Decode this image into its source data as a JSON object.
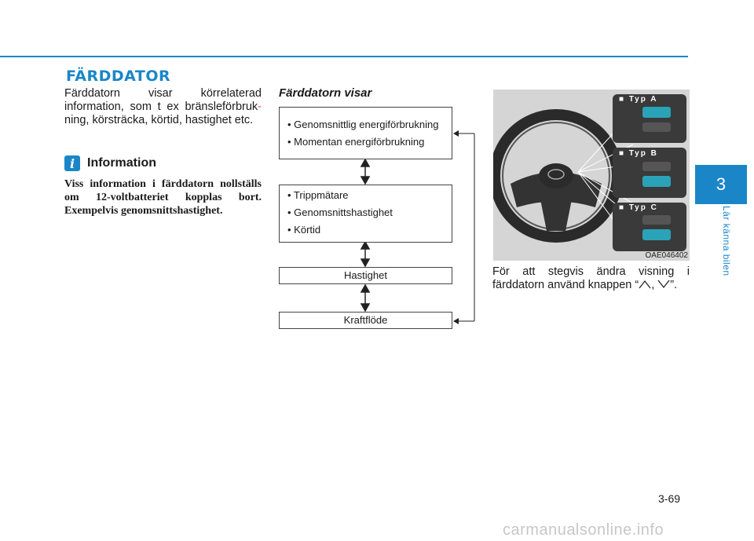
{
  "section": {
    "title": "FÄRDDATOR"
  },
  "intro": {
    "text": "Färddatorn visar körrelaterad information, som t ex bränsleförbruk",
    "hyphen": "-",
    "text2": "ning, körsträcka, körtid, hastighet etc."
  },
  "info": {
    "icon": "i",
    "title": "Information",
    "text": "Viss information i färddatorn nollställs om 12-voltbatteriet kopplas bort. Exempelvis genomsnittshastighet."
  },
  "diagram": {
    "title": "Färddatorn visar",
    "box1": [
      "• Genomsnittlig energiförbrukning",
      "• Momentan energiförbrukning"
    ],
    "box2": [
      "• Trippmätare",
      "• Genomsnittshastighet",
      "• Körtid"
    ],
    "box3": "Hastighet",
    "box4": "Kraftflöde"
  },
  "photo": {
    "code": "OAE046402",
    "type_a": "■ Typ A",
    "type_b": "■ Typ B",
    "type_c": "■ Typ C"
  },
  "buttons_text": {
    "prefix": "För att stegvis ändra visning i färddatorn använd knappen “",
    "sep": ",",
    "suffix": "”."
  },
  "chapter": {
    "number": "3",
    "name": "Lär känna bilen"
  },
  "page": {
    "number": "3-69"
  },
  "watermark": "carmanualsonline.info",
  "colors": {
    "accent": "#1a86c8"
  }
}
